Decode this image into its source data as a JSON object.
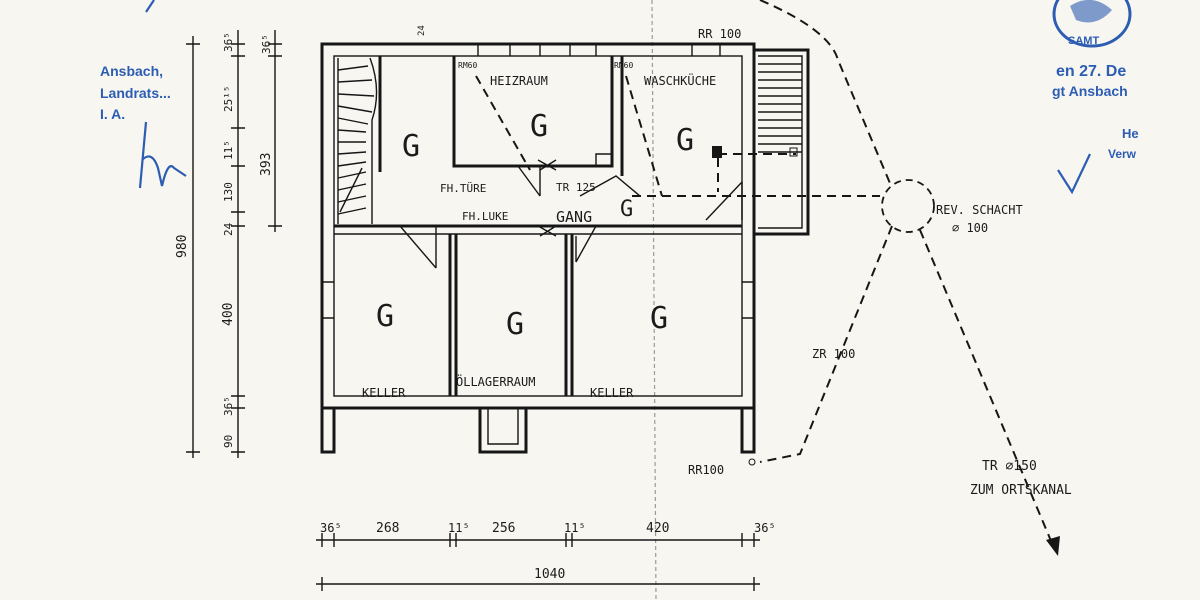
{
  "stamp": {
    "line1": "Ansbach,",
    "line2": "Landrats...",
    "line3": "I. A.",
    "date_text": "en 27. De",
    "office_text": "gt Ansbach",
    "right_abbr_1": "He",
    "right_abbr_2": "Verw",
    "seal_text": "SAMT"
  },
  "rooms": {
    "heizraum": "HEIZRAUM",
    "waschkueche": "WASCHKÜCHE",
    "gang": "GANG",
    "keller_left": "KELLER",
    "oellagerraum": "ÖLLAGERRAUM",
    "keller_right": "KELLER"
  },
  "room_marks": [
    "G",
    "G",
    "G",
    "G",
    "G",
    "G",
    "G"
  ],
  "door_labels": {
    "fh_tuere": "FH.TÜRE",
    "fh_luke": "FH.LUKE",
    "tr_125": "TR 125",
    "small_left": "RM60",
    "small_right": "RM60"
  },
  "pipes": {
    "rr100_top": "RR 100",
    "rr100_bottom": "RR100",
    "rev_schacht_1": "REV. SCHACHT",
    "rev_schacht_2": "⌀ 100",
    "zr100": "ZR 100",
    "tr150": "TR ⌀150",
    "zum_ortskanal": "ZUM ORTSKANAL"
  },
  "dimensions_vertical": {
    "total": "980",
    "segments": [
      "36⁵",
      "25¹⁵",
      "11⁵",
      "130",
      "24",
      "400",
      "36⁵",
      "90"
    ],
    "right_top": "36⁵",
    "right_393": "393",
    "wall_24": "24"
  },
  "dimensions_horizontal": {
    "segments": [
      "36⁵",
      "268",
      "11⁵",
      "256",
      "11⁵",
      "420",
      "36⁵"
    ],
    "total": "1040"
  }
}
